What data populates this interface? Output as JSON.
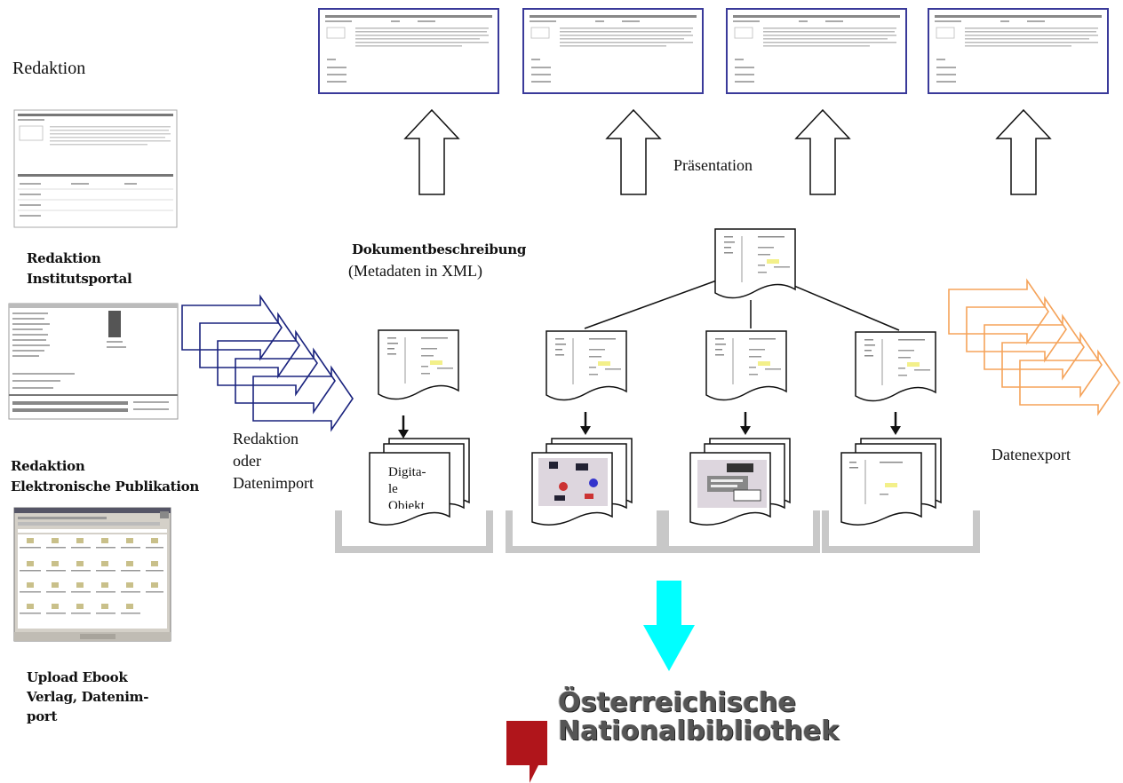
{
  "left_column": {
    "heading": "Redaktion",
    "institutsportal_caption": "Redaktion\nInstitutsportal",
    "epub_caption": "Redaktion\nElektronische Publikation",
    "ebook_caption": "Upload Ebook\nVerlag, Datenim-\nport"
  },
  "center": {
    "import_label": "Redaktion\noder\nDatenimport",
    "metadata_title": "Dokumentbeschreibung",
    "metadata_subtitle": "(Metadaten in XML)",
    "presentation_label": "Präsentation",
    "export_label": "Datenexport",
    "digital_doc_text": "Digita-\nle\nObjekt"
  },
  "logo": {
    "line1": "Österreichische",
    "line2": "Nationalbibliothek",
    "color": "#b0151b"
  },
  "colors": {
    "import_arrows": "#1a237e",
    "export_arrows": "#f5a35a",
    "down_arrow": "#00ffff",
    "presentation_frames": "#3a3a9a",
    "trays": "#c8c8c8"
  }
}
